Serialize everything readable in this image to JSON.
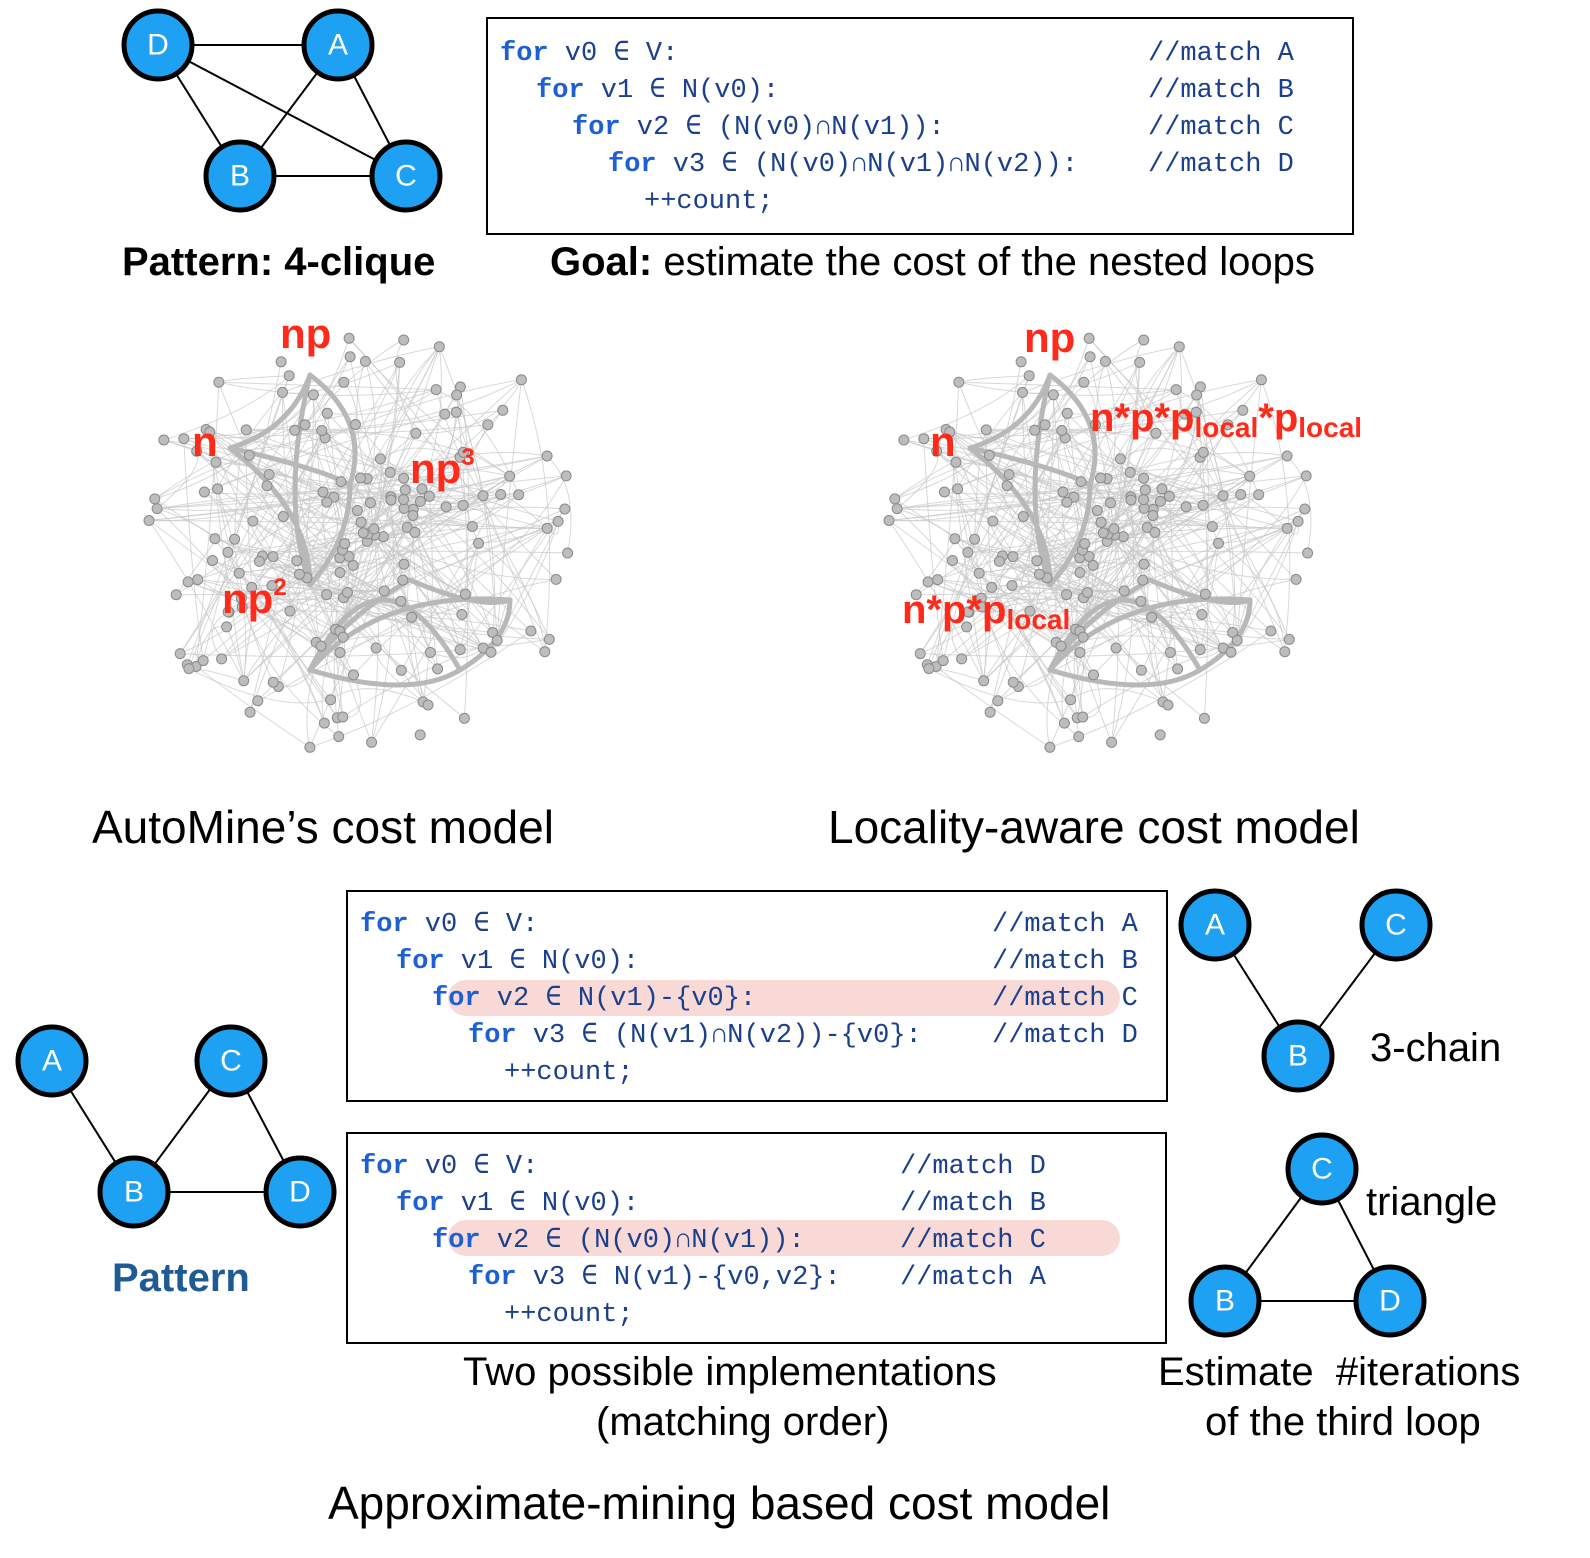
{
  "top": {
    "pattern_caption_bold": "Pattern: 4-clique",
    "goal_bold": "Goal:",
    "goal_text": " estimate the cost of the nested loops",
    "clique_nodes": [
      "D",
      "A",
      "B",
      "C"
    ],
    "code": {
      "lines": [
        {
          "kw": "for",
          "rest": " v0 ∈ V:",
          "comment": "//match A"
        },
        {
          "kw": "for",
          "rest": " v1 ∈ N(v0):",
          "comment": "//match B"
        },
        {
          "kw": "for",
          "rest": " v2 ∈ (N(v0)∩N(v1)):",
          "comment": "//match C"
        },
        {
          "kw": "for",
          "rest": " v3 ∈ (N(v0)∩N(v1)∩N(v2)):",
          "comment": "//match D"
        },
        {
          "kw": "",
          "rest": "++count;",
          "comment": ""
        }
      ]
    }
  },
  "middle": {
    "automine": {
      "caption": "AutoMine’s cost model",
      "labels": {
        "np": "np",
        "n": "n",
        "np3_base": "np",
        "np3_exp": "3",
        "np2_base": "np",
        "np2_exp": "2"
      }
    },
    "locality": {
      "caption": "Locality-aware cost model",
      "labels": {
        "np": "np",
        "n": "n",
        "upper_a": "n*p*p",
        "upper_sub1": "local",
        "upper_b": "*p",
        "upper_sub2": "local",
        "lower_a": "n*p*p",
        "lower_sub": "local"
      }
    }
  },
  "bottom": {
    "pattern_caption": "Pattern",
    "pattern_nodes": [
      "A",
      "C",
      "B",
      "D"
    ],
    "code1": {
      "lines": [
        {
          "kw": "for",
          "rest": " v0 ∈ V:",
          "comment": "//match A"
        },
        {
          "kw": "for",
          "rest": " v1 ∈ N(v0):",
          "comment": "//match B"
        },
        {
          "kw": "for",
          "rest": " v2 ∈ N(v1)-{v0}:",
          "comment": "//match C"
        },
        {
          "kw": "for",
          "rest": " v3 ∈ (N(v1)∩N(v2))-{v0}:",
          "comment": "//match D"
        },
        {
          "kw": "",
          "rest": "++count;",
          "comment": ""
        }
      ]
    },
    "code2": {
      "lines": [
        {
          "kw": "for",
          "rest": " v0 ∈ V:",
          "comment": "//match D"
        },
        {
          "kw": "for",
          "rest": " v1 ∈ N(v0):",
          "comment": "//match B"
        },
        {
          "kw": "for",
          "rest": " v2 ∈ (N(v0)∩N(v1)):",
          "comment": "//match C"
        },
        {
          "kw": "for",
          "rest": " v3 ∈ N(v1)-{v0,v2}:",
          "comment": "//match A"
        },
        {
          "kw": "",
          "rest": "++count;",
          "comment": ""
        }
      ]
    },
    "chain_label": "3-chain",
    "chain_nodes": [
      "A",
      "C",
      "B"
    ],
    "triangle_label": "triangle",
    "triangle_nodes": [
      "C",
      "B",
      "D"
    ],
    "impl_caption_1": "Two possible implementations",
    "impl_caption_2": "(matching order)",
    "estimate_caption_1": "Estimate  #iterations",
    "estimate_caption_2": "of the third loop",
    "footer": "Approximate-mining based cost model"
  },
  "colors": {
    "node_fill": "#1ea1f2",
    "code_text": "#1a3f8c",
    "keyword": "#1e5fd6",
    "highlight": "#f9d9d6",
    "cost_label": "#ff2a1a",
    "pattern_caption": "#1f5a94",
    "graph_edge": "#c8c8c8",
    "graph_node": "#bdbdbd"
  }
}
